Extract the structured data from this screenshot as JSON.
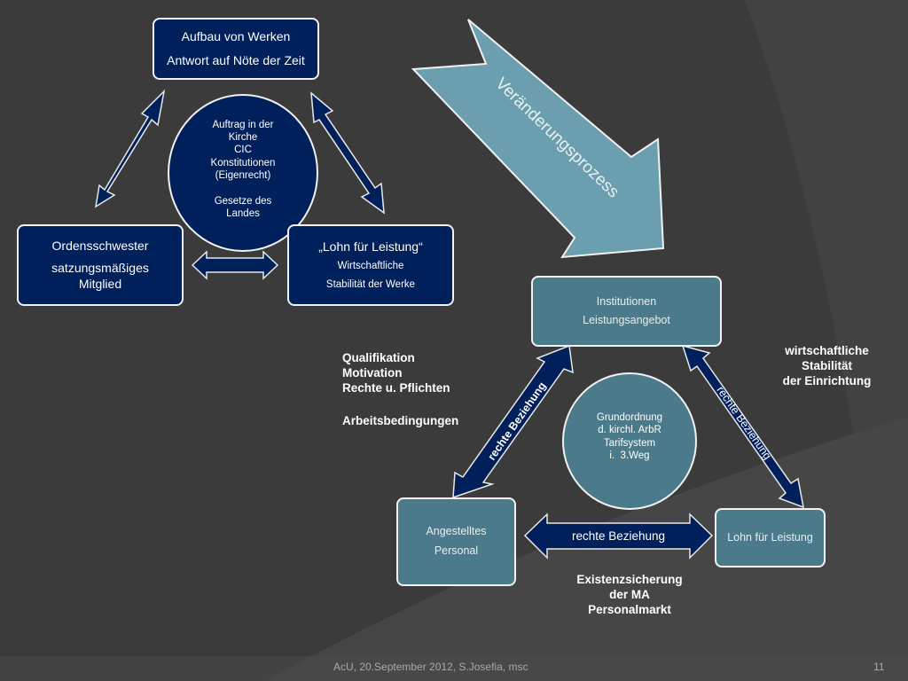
{
  "top_diagram": {
    "top_box": {
      "line1": "Aufbau von Werken",
      "line2": "Antwort auf Nöte der Zeit"
    },
    "center_circle": {
      "lines": [
        "Auftrag in der",
        "Kirche",
        "CIC",
        "Konstitutionen",
        "(Eigenrecht)",
        "",
        "Gesetze des",
        "Landes"
      ]
    },
    "left_box": {
      "line1": "Ordensschwester",
      "line2": "satzungsmäßiges",
      "line3": "Mitglied"
    },
    "right_box": {
      "line1": "„Lohn für Leistung“",
      "line2": "Wirtschaftliche",
      "line3": "Stabilität der Werke"
    }
  },
  "process_arrow": {
    "label": "Veränderungsprozess"
  },
  "bottom_diagram": {
    "top_box": {
      "line1": "Institutionen",
      "line2": "Leistungsangebot"
    },
    "center_circle": {
      "lines": [
        "Grundordnung",
        "d. kirchl. ArbR",
        "Tarifsystem",
        "i.  3.Weg"
      ]
    },
    "left_box": {
      "line1": "Angestelltes",
      "line2": "Personal"
    },
    "right_box": {
      "line1": "Lohn für Leistung"
    },
    "left_arrow_label": "rechte Beziehung",
    "right_arrow_label": "rechte Beziehung",
    "bottom_arrow_label": "rechte Beziehung",
    "left_notes": [
      "Qualifikation",
      "Motivation",
      "Rechte u. Pflichten",
      "",
      "Arbeitsbedingungen"
    ],
    "right_notes": [
      "wirtschaftliche",
      "Stabilität",
      "der Einrichtung"
    ],
    "bottom_notes": [
      "Existenzsicherung",
      "der MA",
      "Personalmarkt"
    ]
  },
  "footer": {
    "text": "AcU, 20.September 2012, S.Josefia, msc",
    "page": "11"
  },
  "colors": {
    "navy": "#00205b",
    "teal": "#4b7a8a",
    "arrow_teal": "#6b9fb0",
    "background": "#3a3a3a"
  }
}
